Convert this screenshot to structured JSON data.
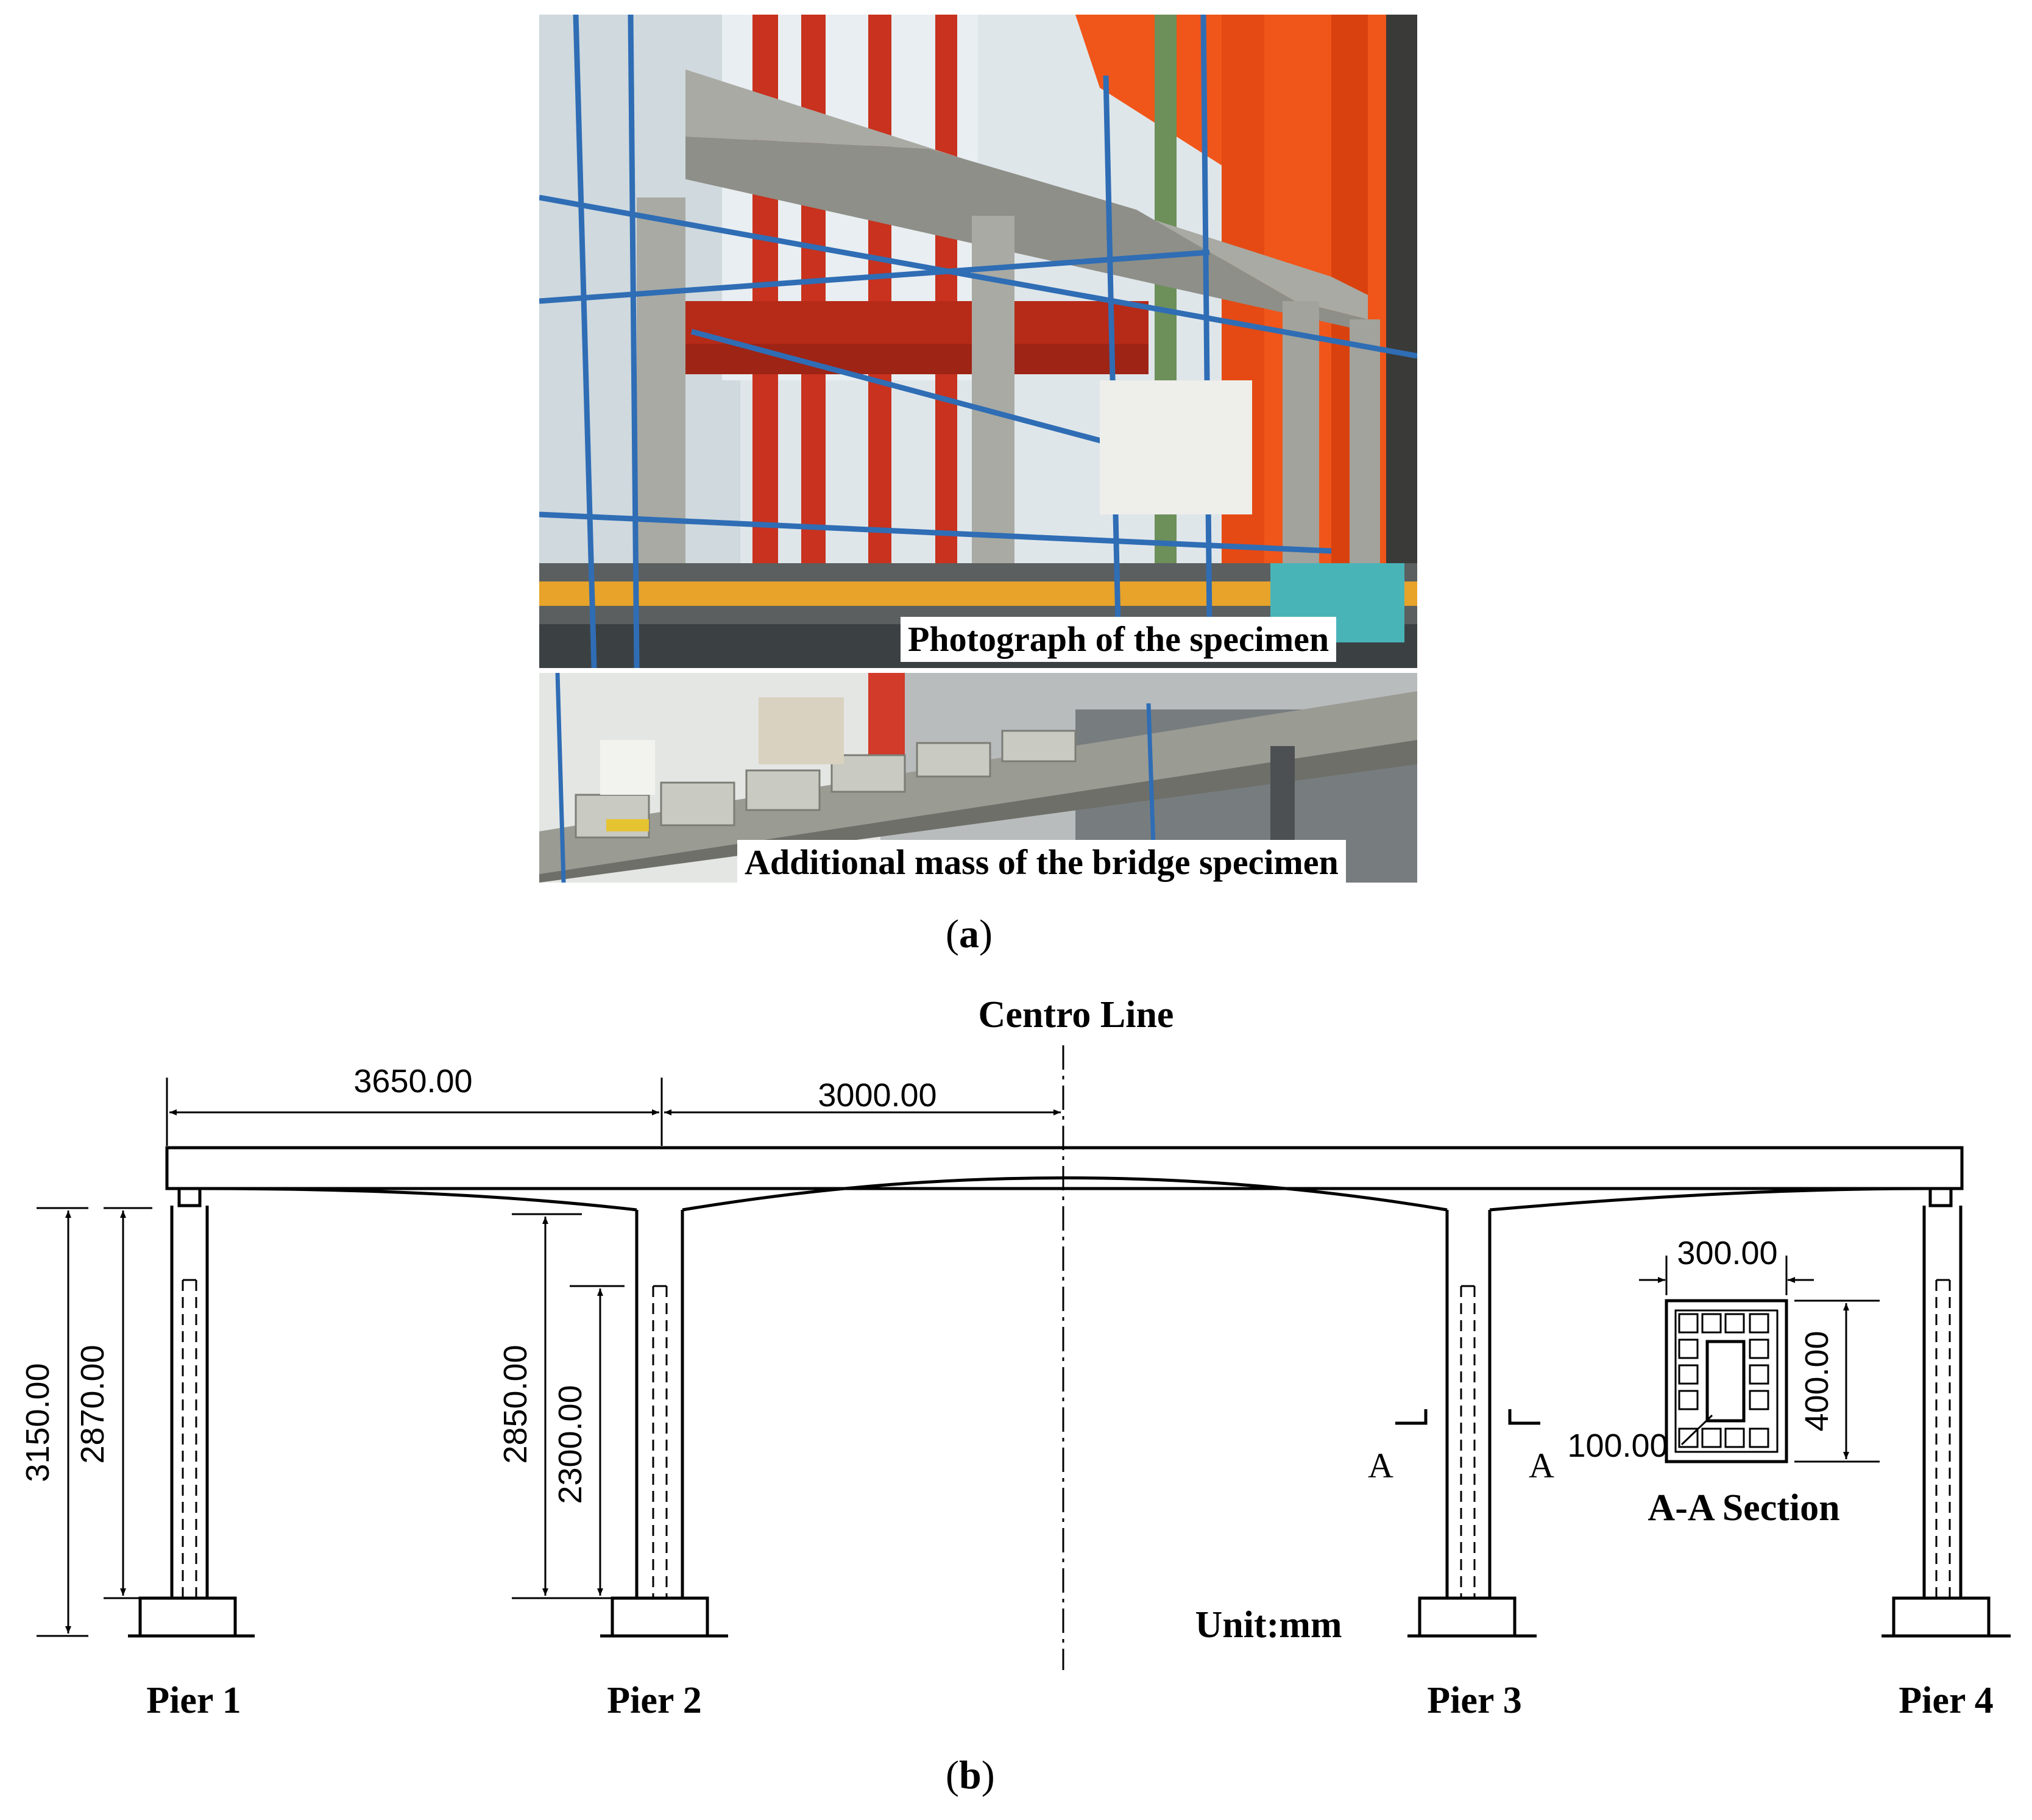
{
  "panel_a": {
    "photo_label_main": "Photograph of the specimen",
    "photo_label_sub": "Additional mass of the bridge specimen",
    "caption_letter": "a",
    "caption_open": "(",
    "caption_close": ")"
  },
  "panel_b": {
    "centre_line_label": "Centro Line",
    "span_dims": [
      "3650.00",
      "3000.00"
    ],
    "pier1_heights": [
      "3150.00",
      "2870.00"
    ],
    "pier2_heights": [
      "2850.00",
      "2300.00"
    ],
    "section_marks": [
      "A",
      "A"
    ],
    "section_width": "300.00",
    "section_height": "400.00",
    "section_hollow": "100.00",
    "section_title": "A-A Section",
    "unit_label": "Unit:mm",
    "pier_labels": [
      "Pier 1",
      "Pier 2",
      "Pier 3",
      "Pier 4"
    ],
    "caption_letter": "b",
    "caption_open": "(",
    "caption_close": ")"
  },
  "colors": {
    "steel_red": "#c8321e",
    "tower_orange": "#f0561a",
    "concrete": "#a9aaa3",
    "scaffold_blue": "#2f6db5",
    "line": "#000000"
  }
}
